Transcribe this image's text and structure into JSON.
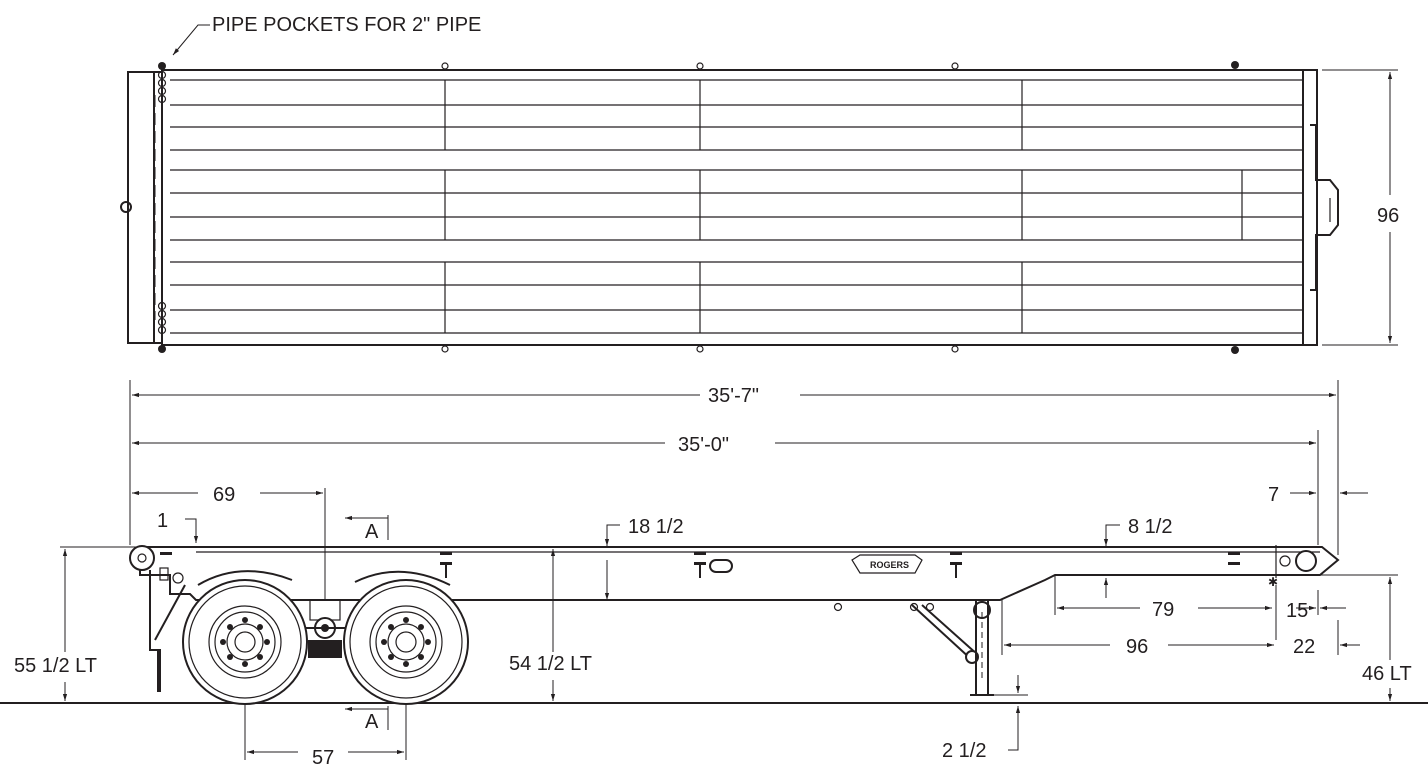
{
  "callouts": {
    "pipe_pockets": "PIPE POCKETS FOR 2\" PIPE",
    "logo": "ROGERS",
    "section_top": "A",
    "section_bottom": "A"
  },
  "dimensions": {
    "width": "96",
    "overall_length": "35'-7\"",
    "deck_length": "35'-0\"",
    "kingpin_setback": "69",
    "front_drop": "1",
    "deck_depth": "18 1/2",
    "rear_depth": "8 1/2",
    "rear_overhang": "7",
    "front_height": "55 1/2 LT",
    "mid_height": "54 1/2 LT",
    "rear_height": "46 LT",
    "gooseneck_79": "79",
    "gooseneck_96": "96",
    "dim_15": "15",
    "dim_22": "22",
    "axle_spread": "57",
    "landing_gear_clearance": "2 1/2"
  }
}
